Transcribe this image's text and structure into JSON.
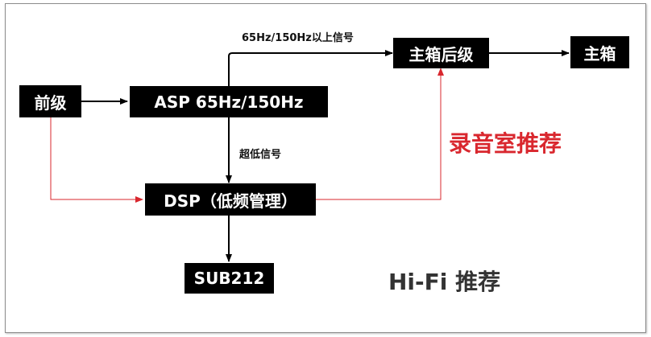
{
  "nodes": {
    "preamp": "前级",
    "asp": "ASP 65Hz/150Hz",
    "main_post": "主箱后级",
    "main_box": "主箱",
    "dsp": "DSP（低频管理）",
    "sub": "SUB212"
  },
  "edge_labels": {
    "top": "65Hz/150Hz以上信号",
    "sub_signal": "超低信号"
  },
  "annotations": {
    "studio": "录音室推荐",
    "hifi": "Hi-Fi 推荐"
  },
  "colors": {
    "box": "#000000",
    "line": "#000000",
    "studio_path": "#d9272e",
    "studio_text": "#d9272e",
    "hifi_text": "#333333"
  }
}
